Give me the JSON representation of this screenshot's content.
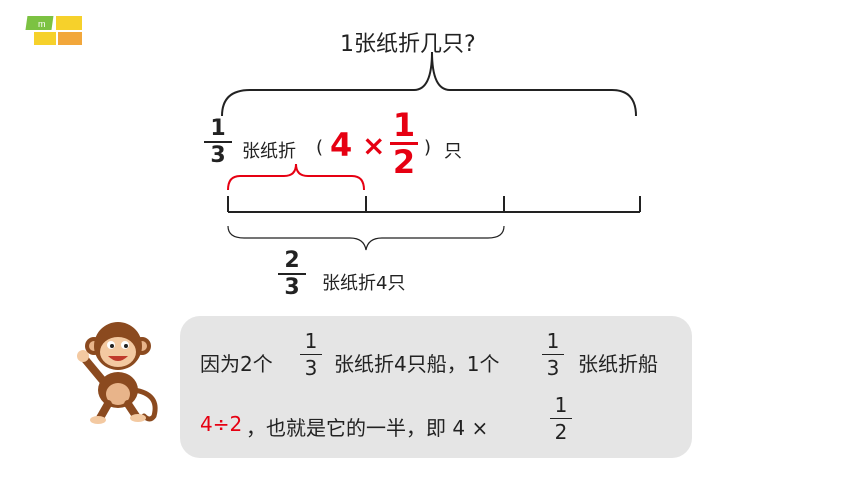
{
  "question": "1张纸折几只?",
  "row_one_third": {
    "num": "1",
    "den": "3",
    "text": "张纸折",
    "paren_open": "(",
    "answer_a": "4",
    "times": "×",
    "answer_num": "1",
    "answer_den": "2",
    "paren_close": ")",
    "unit": "只"
  },
  "row_two_thirds": {
    "num": "2",
    "den": "3",
    "text": "张纸折4只"
  },
  "bubble": {
    "line1_a": "因为2个",
    "line1_num": "1",
    "line1_den": "3",
    "line1_b": "张纸折4只船，1个",
    "line1_num2": "1",
    "line1_den2": "3",
    "line1_c": "张纸折船",
    "line2_red": "4÷2",
    "line2_text": "，也就是它的一半，即 4 ×",
    "line2_num": "1",
    "line2_den": "2"
  },
  "colors": {
    "accent_red": "#e60012",
    "bubble_bg": "#e5e5e5",
    "line_black": "#222222"
  },
  "icons": [
    "logo-blocks-icon",
    "monkey-icon"
  ]
}
